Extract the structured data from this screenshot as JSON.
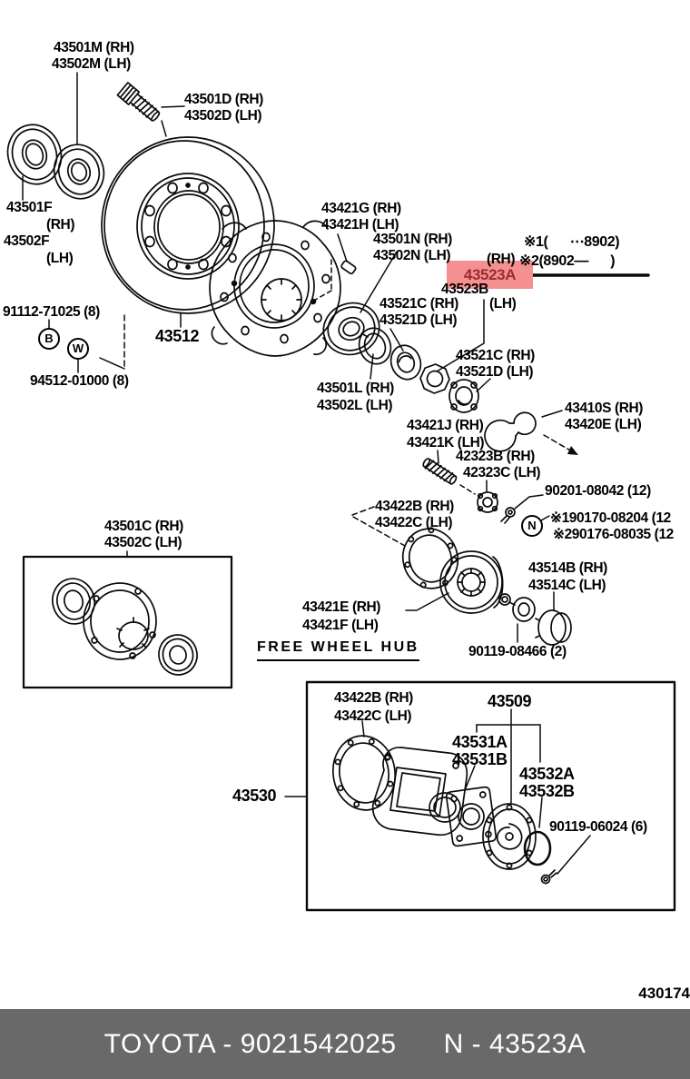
{
  "title": "Toyota front axle hub exploded parts diagram",
  "figure_code": "430174",
  "caption": "FREE WHEEL HUB",
  "banner": {
    "left": "TOYOTA - 9021542025",
    "right": "N - 43523A"
  },
  "highlight": {
    "label": "43523A",
    "bg": "#f49090",
    "fg": "#9b2c31"
  },
  "colors": {
    "ink": "#000000",
    "banner_bg": "#696969",
    "banner_fg": "#ffffff"
  },
  "markers": {
    "b": "B",
    "w": "W",
    "n": "N"
  },
  "labels": {
    "m1": "43501M (RH)",
    "m2": "43502M (LH)",
    "d1": "43501D (RH)",
    "d2": "43502D (LH)",
    "f1": "43501F",
    "f1s": "(RH)",
    "f2": "43502F",
    "f2s": "(LH)",
    "b_bolt": "91112-71025 (8)",
    "w_washer": "94512-01000 (8)",
    "disc": "43512",
    "g1": "43421G (RH)",
    "g2": "43421H (LH)",
    "n1": "43501N (RH)",
    "n2": "43502N (LH)",
    "rh523": "(RH)",
    "b523": "43523B",
    "lh523": "(LH)",
    "note1": "※1(      ⋯8902)",
    "note2": "※2(8902—      )",
    "c1a": "43521C (RH)",
    "c1b": "43521D (LH)",
    "c2a": "43521C (RH)",
    "c2b": "43521D (LH)",
    "l1": "43501L (RH)",
    "l2": "43502L (LH)",
    "j1": "43421J (RH)",
    "j2": "43421K (LH)",
    "s1": "43410S (RH)",
    "s2": "43420E (LH)",
    "k1": "42323B (RH)",
    "k2": "42323C (LH)",
    "p90201": "90201-08042 (12)",
    "p90170": "※190170-08204 (12",
    "p90176": "※290176-08035 (12",
    "e422_1a": "43422B (RH)",
    "e422_1b": "43422C (LH)",
    "cap1": "43514B (RH)",
    "cap2": "43514C (LH)",
    "e1": "43421E (RH)",
    "e2": "43421F (LH)",
    "p90119a": "90119-08466 (2)",
    "cbox1": "43501C (RH)",
    "cbox2": "43502C (LH)",
    "e422_2a": "43422B (RH)",
    "e422_2b": "43422C (LH)",
    "p43509": "43509",
    "p43531a": "43531A",
    "p43531b": "43531B",
    "p43532a": "43532A",
    "p43532b": "43532B",
    "p90119b": "90119-06024 (6)",
    "p43530": "43530"
  }
}
